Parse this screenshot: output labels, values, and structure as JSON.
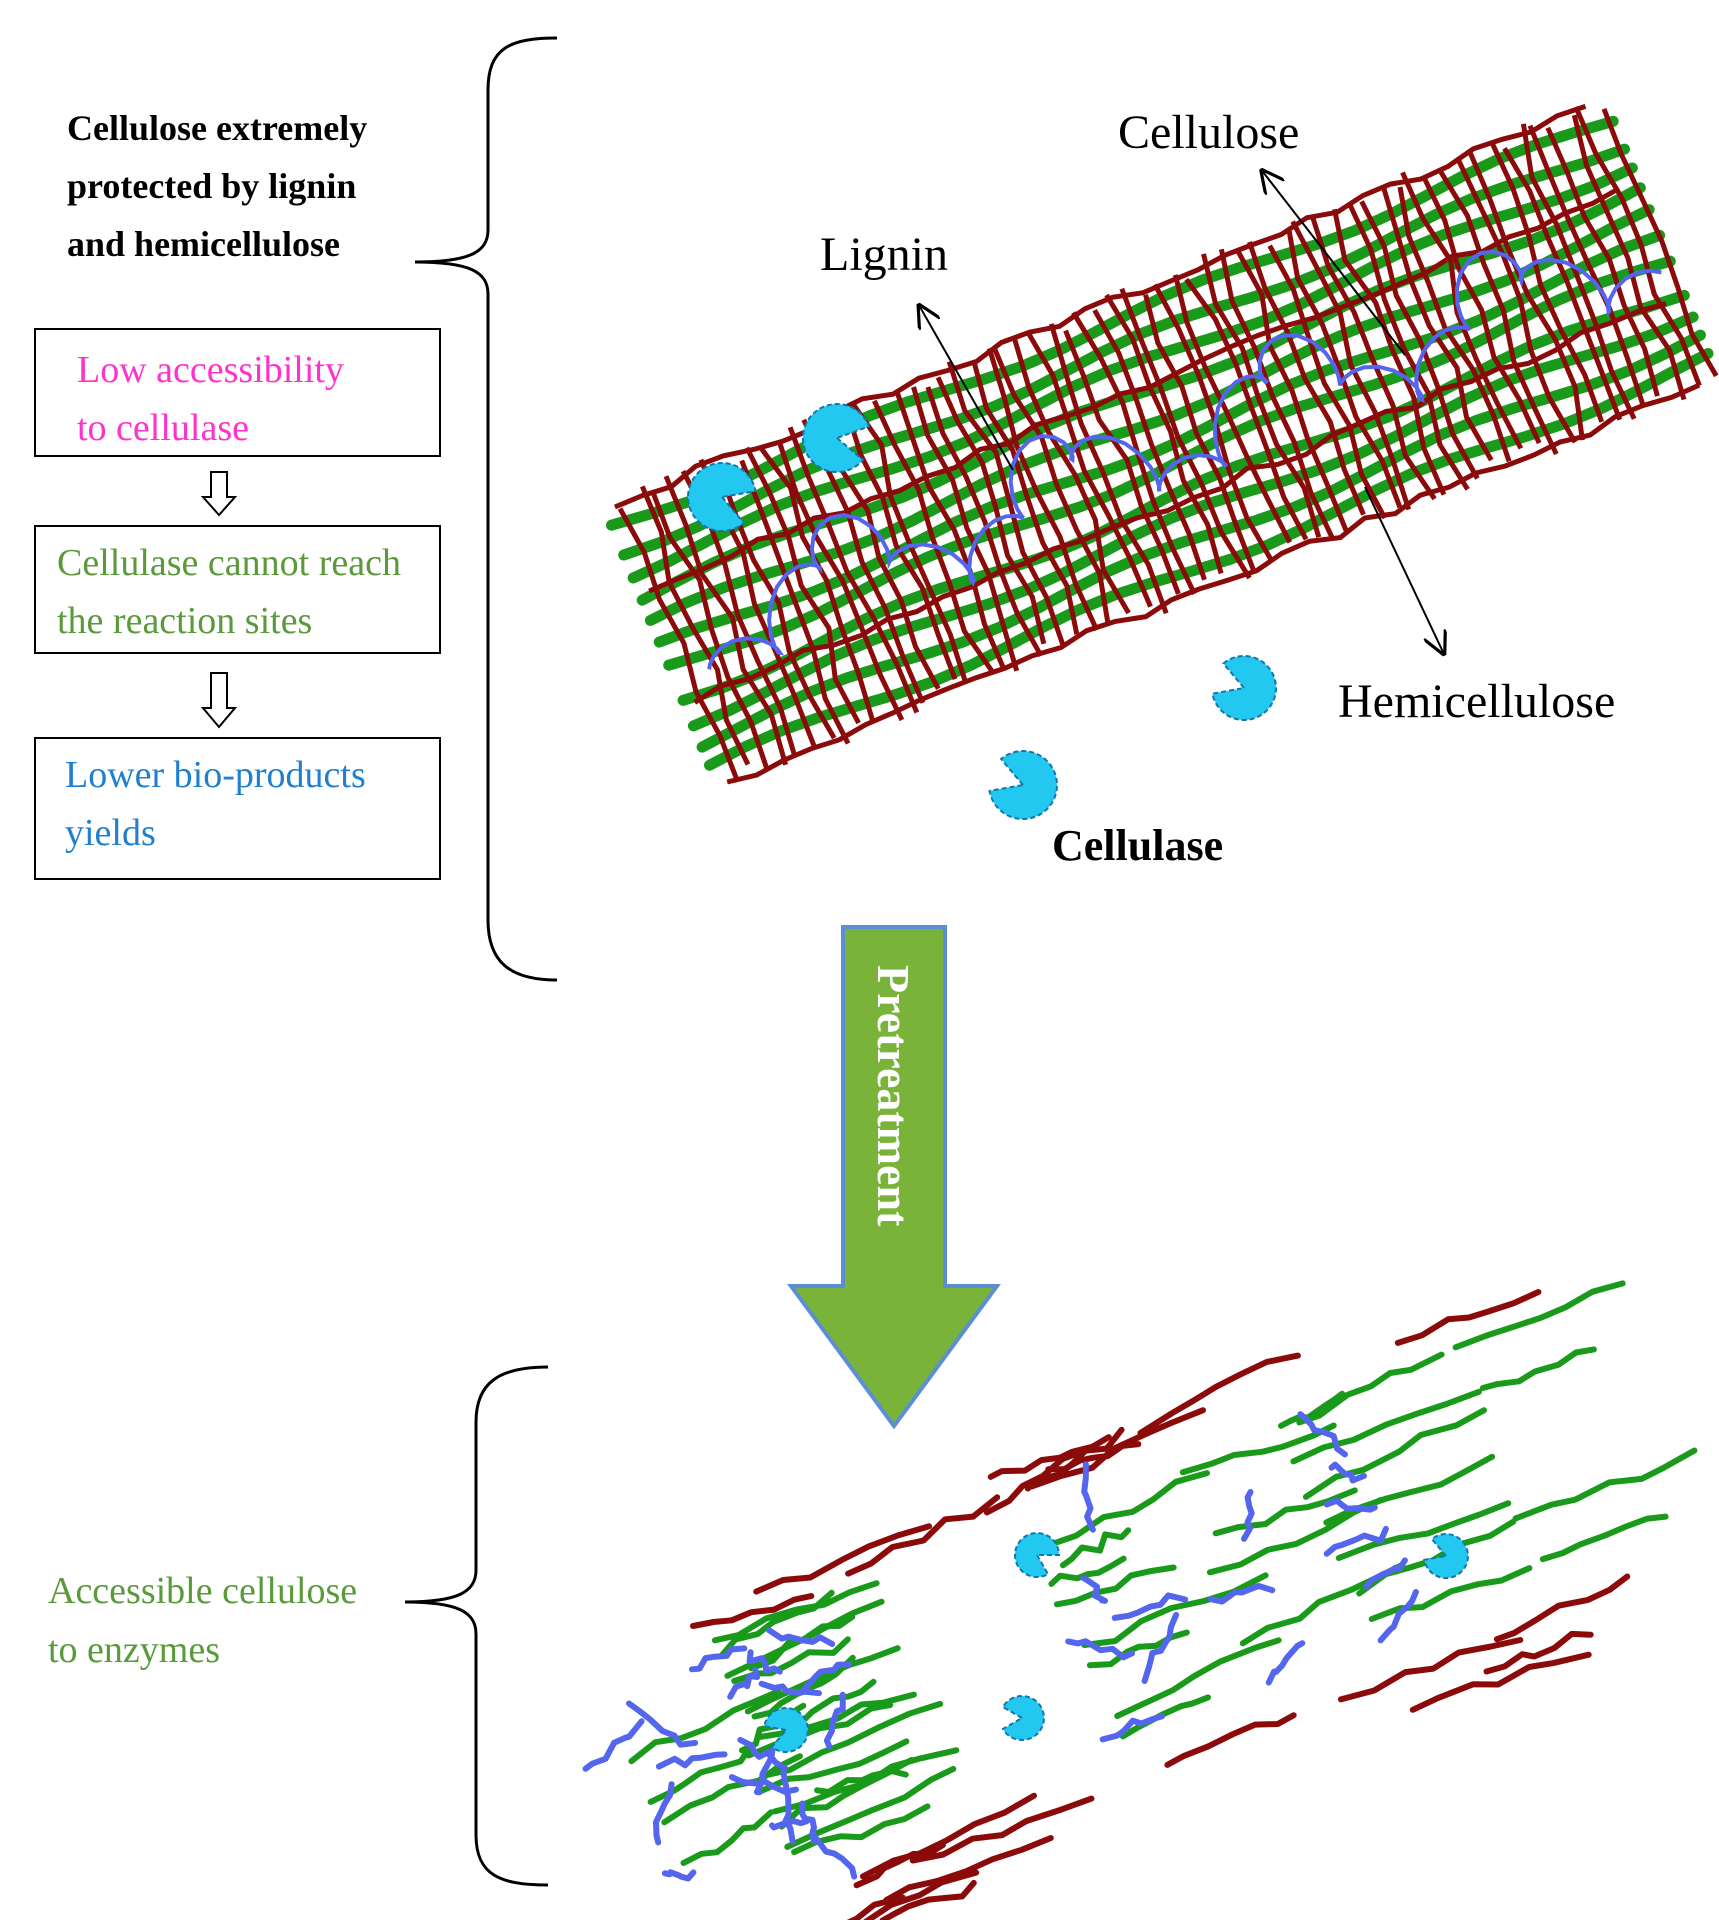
{
  "protection": {
    "heading_lines": [
      "Cellulose extremely",
      "protected by lignin",
      "and hemicellulose"
    ]
  },
  "flow_boxes": [
    {
      "lines": [
        "Low accessibility",
        "to cellulase"
      ],
      "color": "#ff33cc"
    },
    {
      "lines": [
        "Cellulase cannot reach",
        "the reaction sites"
      ],
      "color": "#5a9a3a"
    },
    {
      "lines": [
        "Lower bio-products",
        "yields"
      ],
      "color": "#1f7fd0"
    }
  ],
  "fiber_labels": {
    "cellulose": "Cellulose",
    "lignin": "Lignin",
    "hemicellulose": "Hemicellulose",
    "cellulase": "Cellulase"
  },
  "pretreatment": {
    "label": "Pretreatment",
    "fill": "#7ab33a",
    "border": "#5b8ed6"
  },
  "result": {
    "lines": [
      "Accessible cellulose",
      "to enzymes"
    ],
    "color": "#5a9a3a"
  },
  "colors": {
    "lignin": "#8b0a0a",
    "cellulose": "#1a9a1a",
    "hemicellulose": "#5566ee",
    "enzyme": "#22c8f0",
    "enzyme_border": "#1477a8"
  },
  "icons": {
    "flow_arrow": "hollow-down-arrow-icon",
    "enzyme": "pacman-enzyme-icon"
  }
}
